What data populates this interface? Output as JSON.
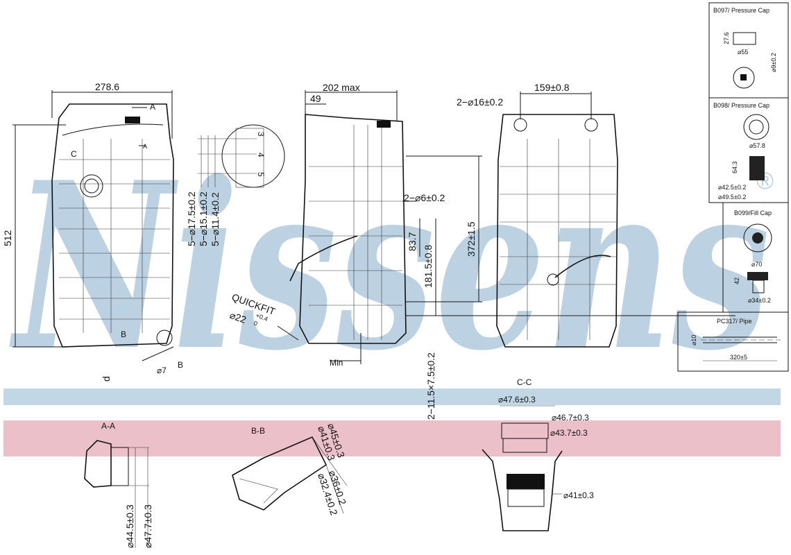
{
  "watermark": {
    "brand": "Nissens",
    "registered": "®"
  },
  "colors": {
    "watermark": "#b9d0e2",
    "blue_band": "#c2d7e6",
    "pink_band": "#ecc0c9"
  },
  "front_view": {
    "width": "278.6",
    "height": "512",
    "section_a": "A",
    "section_a2": "A",
    "section_c": "C",
    "section_b": "B",
    "section_b2": "B",
    "diameter": "⌀7",
    "mark": "d"
  },
  "detail": {
    "n3": "3",
    "n4": "4",
    "n5": "5",
    "d1": "5−⌀17.5±0.2",
    "d2": "5−⌀15.1±0.2",
    "d3": "5−⌀11.4±0.2"
  },
  "side_view": {
    "depth": "202  max",
    "offset": "49",
    "quickfit": "QUICKFIT",
    "quickfit_dia": "⌀22",
    "tol_plus": "+0.4",
    "tol_zero": "0",
    "min": "Min",
    "holes": "2−⌀6±0.2",
    "h1": "83.7",
    "h2": "181.5±0.8",
    "h3": "372±1.5",
    "slots": "2−11.5×7.5±0.2"
  },
  "back_view": {
    "spacing": "159±0.8",
    "holes": "2−⌀16±0.2"
  },
  "section_aa": {
    "title": "A-A",
    "d1": "⌀44.5±0.3",
    "d2": "⌀47.7±0.3"
  },
  "section_bb": {
    "title": "B-B",
    "d1": "⌀45±0.3",
    "d2": "⌀41±0.3",
    "d3": "⌀36±0.2",
    "d4": "⌀32.4±0.2"
  },
  "section_cc": {
    "title": "C-C",
    "d1": "⌀47.6±0.3",
    "d2": "⌀46.7±0.3",
    "d3": "⌀43.7±0.3",
    "d4": "⌀41±0.3"
  },
  "panels": {
    "b097": {
      "title": "B097/ Pressure Cap",
      "h": "27.6",
      "d": "⌀55",
      "pin": "⌀9±0.2"
    },
    "b098": {
      "title": "B098/ Pressure Cap",
      "d": "⌀57.8",
      "h": "64.3",
      "d2": "⌀42.5±0.2",
      "d3": "⌀49.5±0.2"
    },
    "b099": {
      "title": "B099/Fill Cap",
      "d": "⌀70",
      "h": "42",
      "d2": "⌀34±0.2"
    },
    "pc317": {
      "title": "PC317/ Pipe",
      "d": "⌀10",
      "len": "320±5"
    }
  }
}
